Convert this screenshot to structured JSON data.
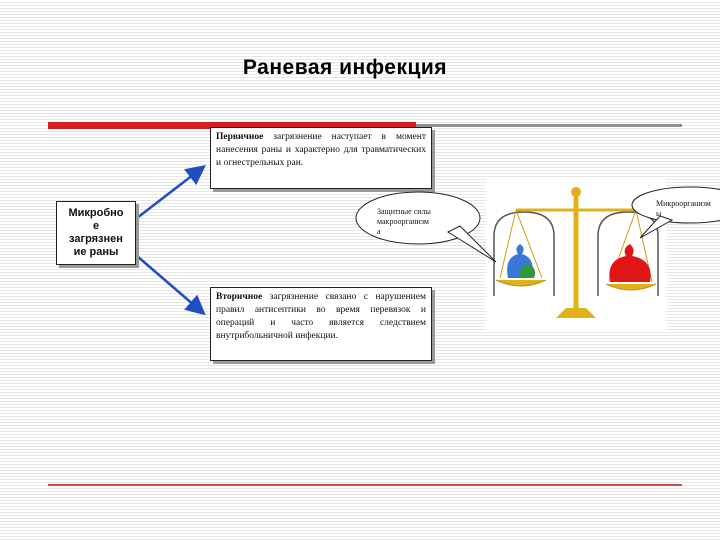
{
  "title": "Раневая инфекция",
  "central_box": {
    "lines": [
      "Микробно",
      "е",
      "загрязнен",
      "ие раны"
    ]
  },
  "primary": {
    "term": "Первичное",
    "text": "загрязнение наступает в момент нанесения раны и характерно для травматических и огнестрельных ран."
  },
  "secondary": {
    "term": "Вторичное",
    "text": "загрязнение связано с нарушением правил антисептики во время перевязок и операций и часто является следствием внутрибольничной инфекции."
  },
  "callouts": {
    "defense_lines": [
      "Защитные силы",
      "макроорганизм",
      "а"
    ],
    "microorganism_lines": [
      "Микроорганизм",
      "ы"
    ]
  },
  "colors": {
    "accent_red": "#d21f1f",
    "arrow_blue": "#1f4fbf",
    "scale_gold": "#e0b21a",
    "blue_sack": "#3a78d8",
    "red_sack": "#e01515"
  }
}
